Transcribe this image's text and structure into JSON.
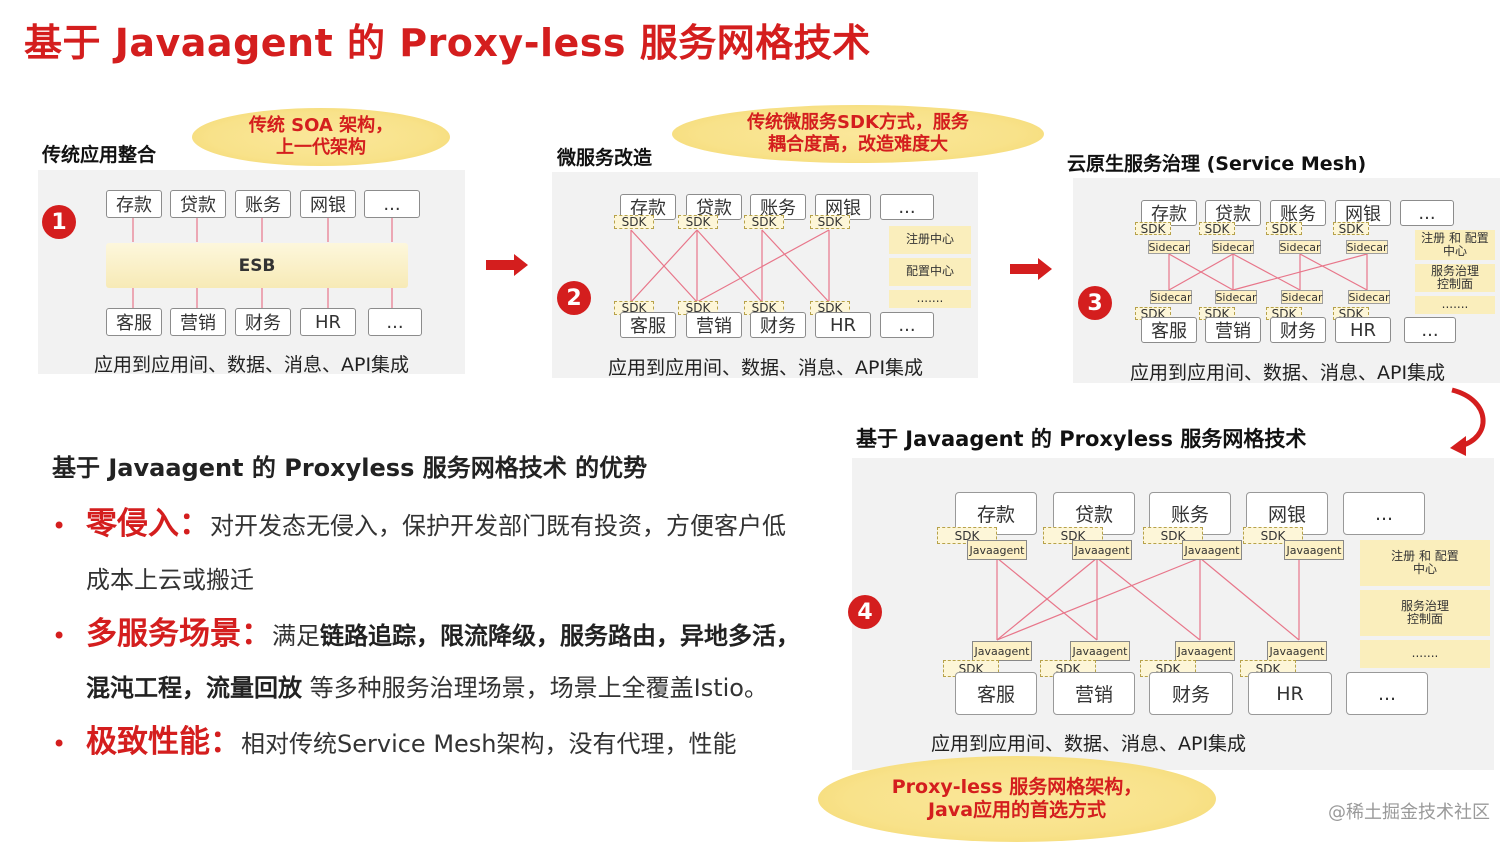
{
  "title": "基于 Javaagent 的 Proxy-less 服务网格技术",
  "colors": {
    "accent": "#d41e1e",
    "bubble": "#f8e28a",
    "panel": "#f2f2f2"
  },
  "p1": {
    "title": "传统应用整合",
    "bubble": [
      "传统 SOA 架构，",
      "上一代架构"
    ],
    "number": "1",
    "top": [
      "存款",
      "贷款",
      "账务",
      "网银",
      "..."
    ],
    "esb": "ESB",
    "bottom": [
      "客服",
      "营销",
      "财务",
      "HR",
      "..."
    ],
    "caption": "应用到应用间、数据、消息、API集成"
  },
  "p2": {
    "title": "微服务改造",
    "bubble": [
      "传统微服务SDK方式，服务",
      "耦合度高，改造难度大"
    ],
    "number": "2",
    "top": [
      "存款",
      "贷款",
      "账务",
      "网银",
      "..."
    ],
    "bottom": [
      "客服",
      "营销",
      "财务",
      "HR",
      "..."
    ],
    "sdk": "SDK",
    "side": [
      "注册中心",
      "配置中心",
      "......."
    ],
    "caption": "应用到应用间、数据、消息、API集成"
  },
  "p3": {
    "title": "云原生服务治理 (Service Mesh)",
    "number": "3",
    "top": [
      "存款",
      "贷款",
      "账务",
      "网银",
      "..."
    ],
    "bottom": [
      "客服",
      "营销",
      "财务",
      "HR",
      "..."
    ],
    "sdk": "SDK",
    "sidecar": "Sidecar",
    "side": [
      "注册 和 配置\n中心",
      "服务治理\n控制面",
      "......."
    ],
    "caption": "应用到应用间、数据、消息、API集成"
  },
  "p4": {
    "title": "基于 Javaagent 的 Proxyless 服务网格技术",
    "number": "4",
    "top": [
      "存款",
      "贷款",
      "账务",
      "网银",
      "..."
    ],
    "bottom": [
      "客服",
      "营销",
      "财务",
      "HR",
      "..."
    ],
    "sdk": "SDK",
    "agent": "Javaagent",
    "side": [
      "注册 和 配置\n中心",
      "服务治理\n控制面",
      "......."
    ],
    "caption": "应用到应用间、数据、消息、API集成",
    "bubble": [
      "Proxy-less 服务网格架构，",
      "Java应用的首选方式"
    ]
  },
  "advantages": {
    "title": "基于 Javaagent 的 Proxyless 服务网格技术 的优势",
    "bullet": "•",
    "a1_head": "零侵入：",
    "a1_text": "对开发态无侵入，保护开发部门既有投资，方便客户低",
    "a1_text2": "成本上云或搬迁",
    "a2_head": "多服务场景：",
    "a2_text_pre": "满足",
    "a2_bold1": "链路追踪，限流降级，服务路由，异地多活，",
    "a2_bold2": "混沌工程，流量回放",
    "a2_text2": " 等多种服务治理场景，场景上全覆盖Istio。",
    "a3_head": "极致性能：",
    "a3_text": "相对传统Service Mesh架构，没有代理，性能"
  },
  "watermark": "@稀土掘金技术社区"
}
